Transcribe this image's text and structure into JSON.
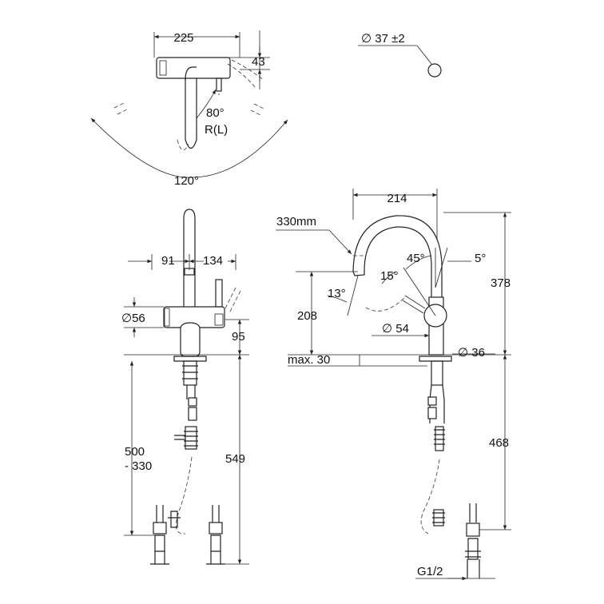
{
  "labels": {
    "w225": "225",
    "h43": "43",
    "a80": "80°",
    "rl": "R(L)",
    "a120": "120°",
    "d37": "∅ 37 ±2",
    "w214": "214",
    "r330": "330mm",
    "a45": "45°",
    "a5": "5°",
    "a15": "15°",
    "a13": "13°",
    "h378": "378",
    "h208": "208",
    "d54": "∅ 54",
    "d36": "∅ 36",
    "max30": "max. 30",
    "h468": "468",
    "g12": "G1/2",
    "w91": "91",
    "w134": "134",
    "d56": "∅56",
    "h95": "95",
    "h500": "500",
    "h330": "- 330",
    "h549": "549"
  }
}
